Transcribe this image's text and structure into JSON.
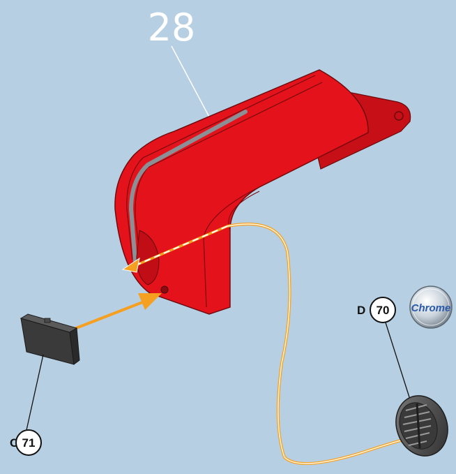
{
  "diagram": {
    "part_number": "28",
    "callouts": [
      {
        "letter": "C",
        "number": "71"
      },
      {
        "letter": "D",
        "number": "70"
      }
    ],
    "finish_badge": {
      "label": "Chrome"
    },
    "colors": {
      "background": "#b7cfe2",
      "part_body": "#e3121b",
      "part_shadow": "#b30e14",
      "arrow": "#f5a020",
      "wire": "#f5a020",
      "small_part": "#3a3a3a",
      "grille": "#4a4a4a"
    },
    "icons": [
      "red-body-part",
      "black-lens-part",
      "grille-part",
      "assembly-arrow",
      "wire-path"
    ]
  }
}
